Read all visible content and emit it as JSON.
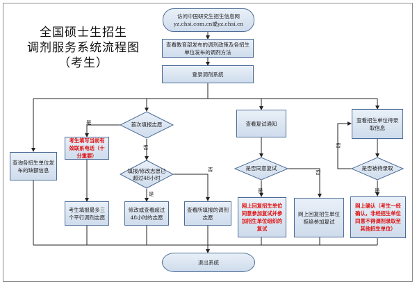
{
  "title": {
    "line1": "全国硕士生招生",
    "line2": "调剂服务系统流程图",
    "line3": "（考生）"
  },
  "nodes": {
    "start": "访问中国研究生招生信息网 yz.chsi.com.cn或yz.chsi.cn",
    "policy": "查看教育部发布的调剂政策及各招生单位发布的调剂方法",
    "login": "登录调剂系统",
    "first_fill_q": "首次填报志愿",
    "fill_phone": "考生填写当前有效联系电话（十分重要）",
    "fill_max3": "考生填报最多三个平行调剂志愿",
    "modify_q": "填报/修改志愿已超过48小时",
    "modify_view": "修改或查看超过48小时的志愿",
    "query_vacancy": "查询各招生单位发布的缺额信息",
    "view_filled": "查看所填报的调剂志愿",
    "view_retest": "查看复试通知",
    "agree_q": "是否同意复试",
    "online_agree": "网上回复招生单位同意参加复试并参加招生单位组织的复试",
    "online_refuse": "网上回复招生单位拒绝参加复试",
    "view_admit": "查看招生单位待录取信息",
    "admit_q": "是否被待录取",
    "online_confirm": "网上确认（考生一经确认，非经招生单位同意不得调剂录取至其他招生单位）",
    "exit": "退出系统"
  },
  "labels": {
    "yes": "是",
    "no": "否"
  }
}
